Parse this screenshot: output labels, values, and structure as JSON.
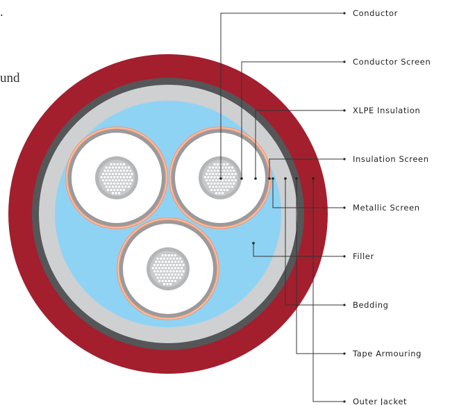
{
  "margin_fragments": [
    ".",
    "und"
  ],
  "labels": {
    "conductor": "Conductor",
    "conductor_screen": "Conductor Screen",
    "xlpe_insulation": "XLPE Insulation",
    "insulation_screen": "Insulation Screen",
    "metallic_screen": "Metallic Screen",
    "filler": "Filler",
    "bedding": "Bedding",
    "tape_armouring": "Tape Armouring",
    "outer_jacket": "Outer Jacket"
  },
  "colors": {
    "outer_jacket": "#a31f2e",
    "tape_armouring": "#555658",
    "bedding": "#cfd0d2",
    "filler": "#8ed3f4",
    "metallic_screen": "#ef9c7a",
    "insulation_screen": "#9a9a9c",
    "xlpe_insulation": "#ffffff",
    "conductor": "#b5b6b8",
    "strand": "#ffffff",
    "leader": "#333333"
  }
}
